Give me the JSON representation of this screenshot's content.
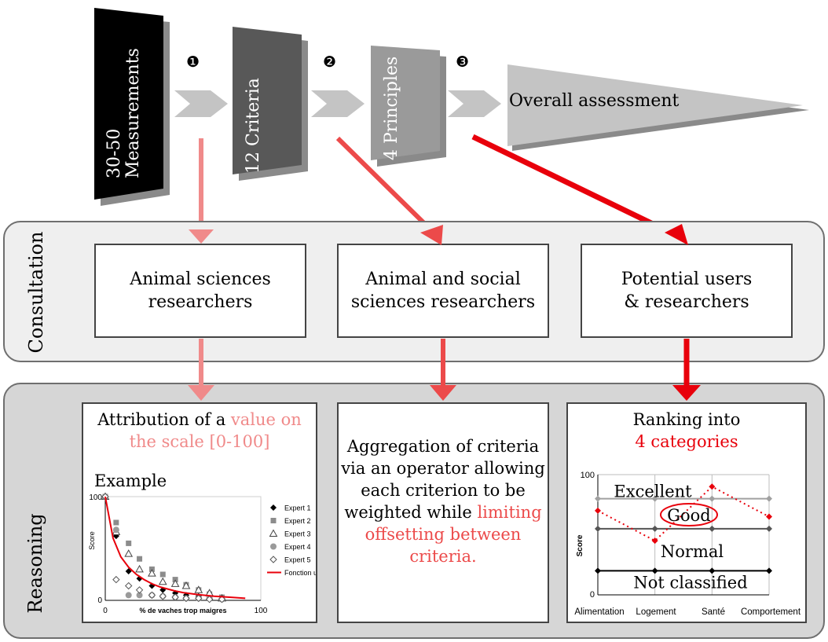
{
  "pipeline": {
    "stage1": {
      "line1": "30-50",
      "line2": "Measurements"
    },
    "stage2": "12 Criteria",
    "stage3": "4 Principles",
    "stage4": "Overall assessment",
    "step_numbers": [
      "❶",
      "❷",
      "❸"
    ]
  },
  "colors": {
    "light_red": "#f08a8a",
    "medium_red": "#ec4a4a",
    "red": "#e8000b",
    "black_stage": "#000000"
  },
  "consultation": {
    "label": "Consultation",
    "boxes": [
      {
        "line1": "Animal sciences",
        "line2": "researchers"
      },
      {
        "line1": "Animal and social",
        "line2": "sciences researchers"
      },
      {
        "line1": "Potential users",
        "line2": "& researchers"
      }
    ]
  },
  "reasoning": {
    "label": "Reasoning",
    "card1": {
      "title_plain": "Attribution of a ",
      "title_highlight1": "value on",
      "title_highlight2": "the scale [0-100]",
      "example_label": "Example"
    },
    "card2": {
      "lines": [
        "Aggregation of criteria",
        "via an operator allowing",
        "each criterion to be",
        "weighted while "
      ],
      "highlight_inline": "limiting",
      "highlight_lines": [
        "offsetting between",
        "criteria."
      ]
    },
    "card3": {
      "title": "Ranking into",
      "title_highlight": "4 categories"
    }
  },
  "chart_data": [
    {
      "type": "scatter",
      "xlabel": "% de vaches trop maigres",
      "ylabel": "Score",
      "xlim": [
        0,
        100
      ],
      "ylim": [
        0,
        100
      ],
      "x_ticks": [
        "0",
        "100"
      ],
      "y_ticks": [
        "0",
        "100"
      ],
      "legend_position": "right",
      "series": [
        {
          "name": "Expert 1",
          "marker": "diamond-filled",
          "points": [
            [
              0,
              100
            ],
            [
              7,
              62
            ],
            [
              15,
              28
            ],
            [
              22,
              21
            ],
            [
              30,
              14
            ],
            [
              37,
              10
            ],
            [
              45,
              7
            ],
            [
              52,
              5
            ],
            [
              60,
              4
            ],
            [
              67,
              3
            ],
            [
              75,
              2
            ]
          ]
        },
        {
          "name": "Expert 2",
          "marker": "square-filled",
          "points": [
            [
              0,
              100
            ],
            [
              7,
              75
            ],
            [
              15,
              55
            ],
            [
              22,
              40
            ],
            [
              30,
              30
            ],
            [
              37,
              25
            ],
            [
              45,
              20
            ],
            [
              52,
              15
            ],
            [
              60,
              10
            ],
            [
              67,
              6
            ],
            [
              75,
              3
            ]
          ]
        },
        {
          "name": "Expert 3",
          "marker": "triangle-open",
          "points": [
            [
              0,
              100
            ],
            [
              7,
              66
            ],
            [
              15,
              45
            ],
            [
              22,
              30
            ],
            [
              30,
              26
            ],
            [
              37,
              18
            ],
            [
              45,
              16
            ],
            [
              52,
              14
            ],
            [
              60,
              10
            ],
            [
              67,
              7
            ],
            [
              75,
              2
            ]
          ]
        },
        {
          "name": "Expert 4",
          "marker": "circle-filled",
          "points": [
            [
              0,
              100
            ],
            [
              7,
              68
            ],
            [
              15,
              5
            ],
            [
              22,
              5
            ],
            [
              30,
              5
            ],
            [
              37,
              4
            ],
            [
              45,
              3
            ],
            [
              52,
              2
            ],
            [
              60,
              2
            ],
            [
              67,
              2
            ],
            [
              75,
              1
            ]
          ]
        },
        {
          "name": "Expert 5",
          "marker": "diamond-open",
          "points": [
            [
              0,
              100
            ],
            [
              7,
              20
            ],
            [
              15,
              14
            ],
            [
              22,
              10
            ],
            [
              30,
              5
            ],
            [
              37,
              4
            ],
            [
              45,
              3
            ],
            [
              52,
              2
            ],
            [
              60,
              2
            ],
            [
              67,
              1
            ],
            [
              75,
              1
            ]
          ]
        },
        {
          "name": "Fonction u",
          "type": "line",
          "color": "#e8000b",
          "points": [
            [
              0,
              100
            ],
            [
              5,
              60
            ],
            [
              10,
              42
            ],
            [
              15,
              32
            ],
            [
              20,
              25
            ],
            [
              25,
              20
            ],
            [
              30,
              16
            ],
            [
              35,
              13
            ],
            [
              40,
              11
            ],
            [
              45,
              9
            ],
            [
              50,
              7.5
            ],
            [
              60,
              5.5
            ],
            [
              70,
              4
            ],
            [
              80,
              3
            ],
            [
              90,
              2
            ]
          ]
        }
      ]
    },
    {
      "type": "line",
      "ylabel": "Score",
      "ylim": [
        0,
        100
      ],
      "y_ticks": [
        "0",
        "100"
      ],
      "categories": [
        "Alimentation",
        "Logement",
        "Santé",
        "Comportement"
      ],
      "thresholds": [
        {
          "name": "Excellent",
          "value": 80,
          "color": "#a0a0a0"
        },
        {
          "name": "Good",
          "value": 55,
          "color": "#555555"
        },
        {
          "name": "Normal",
          "value": 20,
          "color": "#000000"
        }
      ],
      "band_labels": [
        "Excellent",
        "Good",
        "Normal",
        "Not classified"
      ],
      "highlighted_label": "Good",
      "series": [
        {
          "values": [
            70,
            45,
            90,
            65
          ],
          "color": "#e8000b",
          "style": "dotted"
        }
      ]
    }
  ]
}
